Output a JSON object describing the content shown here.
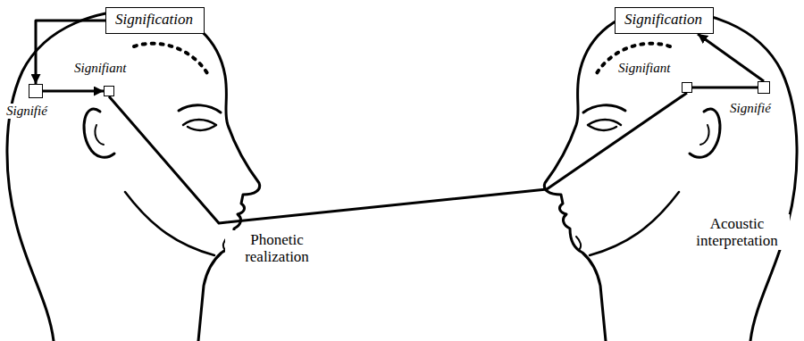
{
  "diagram": {
    "nodes": [
      {
        "text": [
          "Signification"
        ]
      },
      {
        "text": [
          "Signifiant"
        ]
      },
      {
        "text": [
          "Signifié"
        ]
      },
      {
        "text": [
          "Signification"
        ]
      },
      {
        "text": [
          "Signifiant"
        ]
      },
      {
        "text": [
          "Signifié"
        ]
      }
    ],
    "edges": [
      {
        "from": 0,
        "to": 2,
        "arrow": "to"
      },
      {
        "from": 2,
        "to": 1,
        "arrow": "to"
      },
      {
        "from": 1,
        "to": 4,
        "arrow": "none"
      },
      {
        "from": 4,
        "to": 5,
        "arrow": "none"
      },
      {
        "from": 5,
        "to": 3,
        "arrow": "to"
      }
    ],
    "labels": [
      "Phonetic realization",
      "Acoustic interpretation"
    ]
  }
}
